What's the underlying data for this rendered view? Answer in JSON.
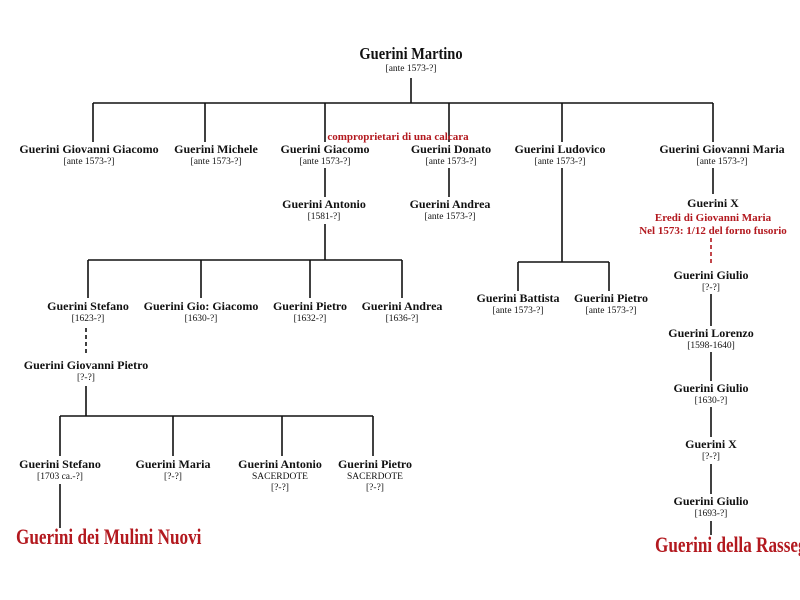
{
  "root": {
    "name": "Guerini Martino",
    "date": "[ante 1573-?]"
  },
  "gen1": [
    {
      "name": "Guerini Giovanni Giacomo",
      "date": "[ante 1573-?]"
    },
    {
      "name": "Guerini Michele",
      "date": "[ante 1573-?]"
    },
    {
      "name": "Guerini Giacomo",
      "date": "[ante 1573-?]"
    },
    {
      "name": "Guerini Donato",
      "date": "[ante 1573-?]"
    },
    {
      "name": "Guerini Ludovico",
      "date": "[ante 1573-?]"
    },
    {
      "name": "Guerini Giovanni Maria",
      "date": "[ante 1573-?]"
    }
  ],
  "note_calcara": "comproprietari di una calcara",
  "antonio": {
    "name": "Guerini Antonio",
    "date": "[1581-?]"
  },
  "andrea_d": {
    "name": "Guerini Andrea",
    "date": "[ante 1573-?]"
  },
  "antonio_children": [
    {
      "name": "Guerini Stefano",
      "date": "[1623-?]"
    },
    {
      "name": "Guerini Gio: Giacomo",
      "date": "[1630-?]"
    },
    {
      "name": "Guerini Pietro",
      "date": "[1632-?]"
    },
    {
      "name": "Guerini Andrea",
      "date": "[1636-?]"
    }
  ],
  "ludovico_children": [
    {
      "name": "Guerini Battista",
      "date": "[ante 1573-?]"
    },
    {
      "name": "Guerini Pietro",
      "date": "[ante 1573-?]"
    }
  ],
  "giovanni_pietro": {
    "name": "Guerini Giovanni Pietro",
    "date": "[?-?]"
  },
  "gp_children": [
    {
      "name": "Guerini Stefano",
      "date": "[1703 ca.-?]"
    },
    {
      "name": "Guerini Maria",
      "date": "[?-?]"
    },
    {
      "name": "Guerini Antonio",
      "role": "SACERDOTE",
      "date": "[?-?]"
    },
    {
      "name": "Guerini Pietro",
      "role": "SACERDOTE",
      "date": "[?-?]"
    }
  ],
  "x1": {
    "name": "Guerini X"
  },
  "note_eredi": {
    "line1": "Eredi di Giovanni Maria",
    "line2": "Nel 1573: 1/12 del forno fusorio"
  },
  "rassega_line": [
    {
      "name": "Guerini Giulio",
      "date": "[?-?]"
    },
    {
      "name": "Guerini Lorenzo",
      "date": "[1598-1640]"
    },
    {
      "name": "Guerini Giulio",
      "date": "[1630-?]"
    },
    {
      "name": "Guerini X",
      "date": "[?-?]"
    },
    {
      "name": "Guerini Giulio",
      "date": "[1693-?]"
    }
  ],
  "branch_left": "Guerini dei Mulini Nuovi",
  "branch_right": "Guerini della Rassega",
  "colors": {
    "line": "#111111",
    "accent": "#b3191f"
  }
}
